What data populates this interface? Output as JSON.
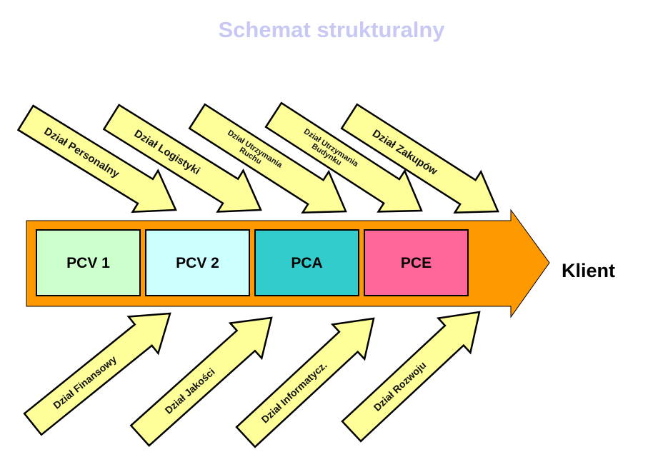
{
  "title": "Schemat strukturalny",
  "colors": {
    "title": "#c8c8f4",
    "main_arrow": "#ff9900",
    "dept_arrow": "#ffff99",
    "outline": "#000000"
  },
  "main_arrow": {
    "stages": [
      {
        "label": "PCV 1",
        "color": "#ccffcc"
      },
      {
        "label": "PCV 2",
        "color": "#ccffff"
      },
      {
        "label": "PCA",
        "color": "#33cccc"
      },
      {
        "label": "PCE",
        "color": "#ff6699"
      }
    ],
    "target_label": "Klient"
  },
  "top_departments": [
    {
      "lines": [
        "Dział Personalny"
      ]
    },
    {
      "lines": [
        "Dział Logistyki"
      ]
    },
    {
      "lines": [
        "Dział Utrzymania",
        "Ruchu"
      ]
    },
    {
      "lines": [
        "Dział Utrzymania",
        "Budynku"
      ]
    },
    {
      "lines": [
        "Dział Zakupów"
      ]
    }
  ],
  "bottom_departments": [
    {
      "lines": [
        "Dział Finansowy"
      ]
    },
    {
      "lines": [
        "Dział Jakości"
      ]
    },
    {
      "lines": [
        "Dział Informatycz."
      ]
    },
    {
      "lines": [
        "Dział Rozwoju"
      ]
    }
  ]
}
